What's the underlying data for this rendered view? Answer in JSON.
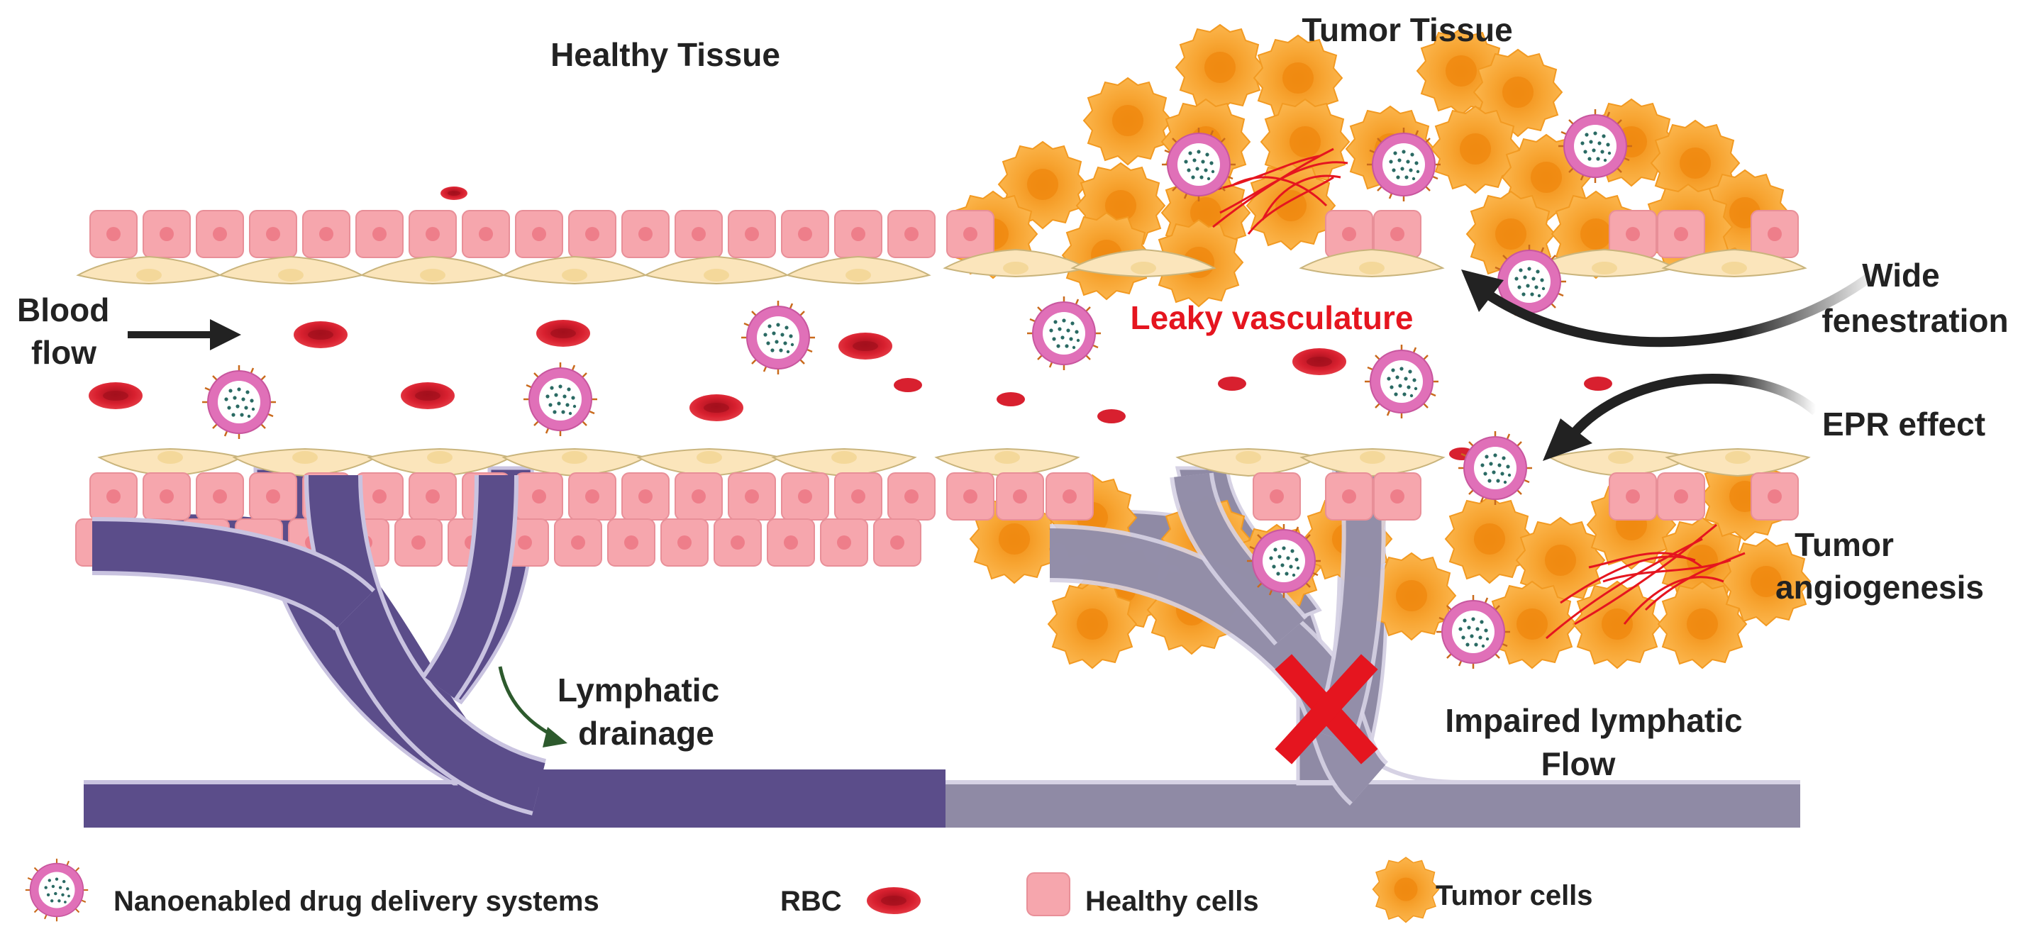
{
  "labels": {
    "healthy_tissue": "Healthy Tissue",
    "tumor_tissue": "Tumor Tissue",
    "blood_flow_1": "Blood",
    "blood_flow_2": "flow",
    "leaky_vasculature": "Leaky vasculature",
    "wide_fenestration_1": "Wide",
    "wide_fenestration_2": "fenestration",
    "epr_effect": "EPR effect",
    "tumor_angiogenesis_1": "Tumor",
    "tumor_angiogenesis_2": "angiogenesis",
    "lymphatic_drainage_1": "Lymphatic",
    "lymphatic_drainage_2": "drainage",
    "impaired_lymphatic_1": "Impaired lymphatic",
    "impaired_lymphatic_2": "Flow"
  },
  "legend": {
    "nano": "Nanoenabled drug delivery systems",
    "rbc": "RBC",
    "healthy": "Healthy cells",
    "tumor": "Tumor cells"
  },
  "colors": {
    "healthy_cell": "#f6a6ad",
    "healthy_cell_nucleus": "#ee7e8a",
    "endothelial": "#fbe5bb",
    "rbc": "#d8202f",
    "nanoparticle": "#e070b8",
    "tumor": "#f7a431",
    "lymphatic_healthy": "#5b4d8a",
    "lymphatic_tumor": "#8f8aa5",
    "accent_red": "#e5151f",
    "arrow_green": "#2d5a2d"
  }
}
